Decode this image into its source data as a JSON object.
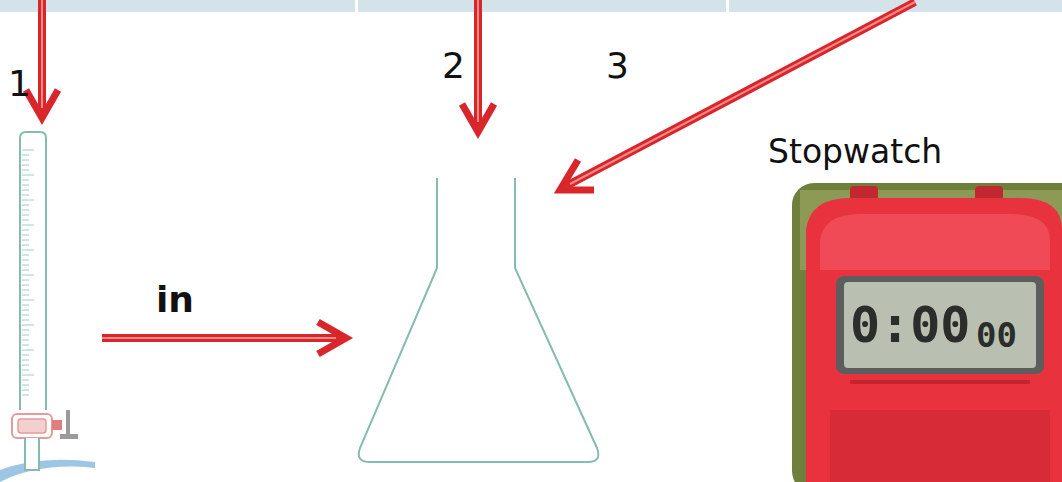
{
  "diagram": {
    "labels": [
      "1",
      "2",
      "3",
      "in",
      "Stopwatch",
      "0:00",
      "00"
    ]
  }
}
